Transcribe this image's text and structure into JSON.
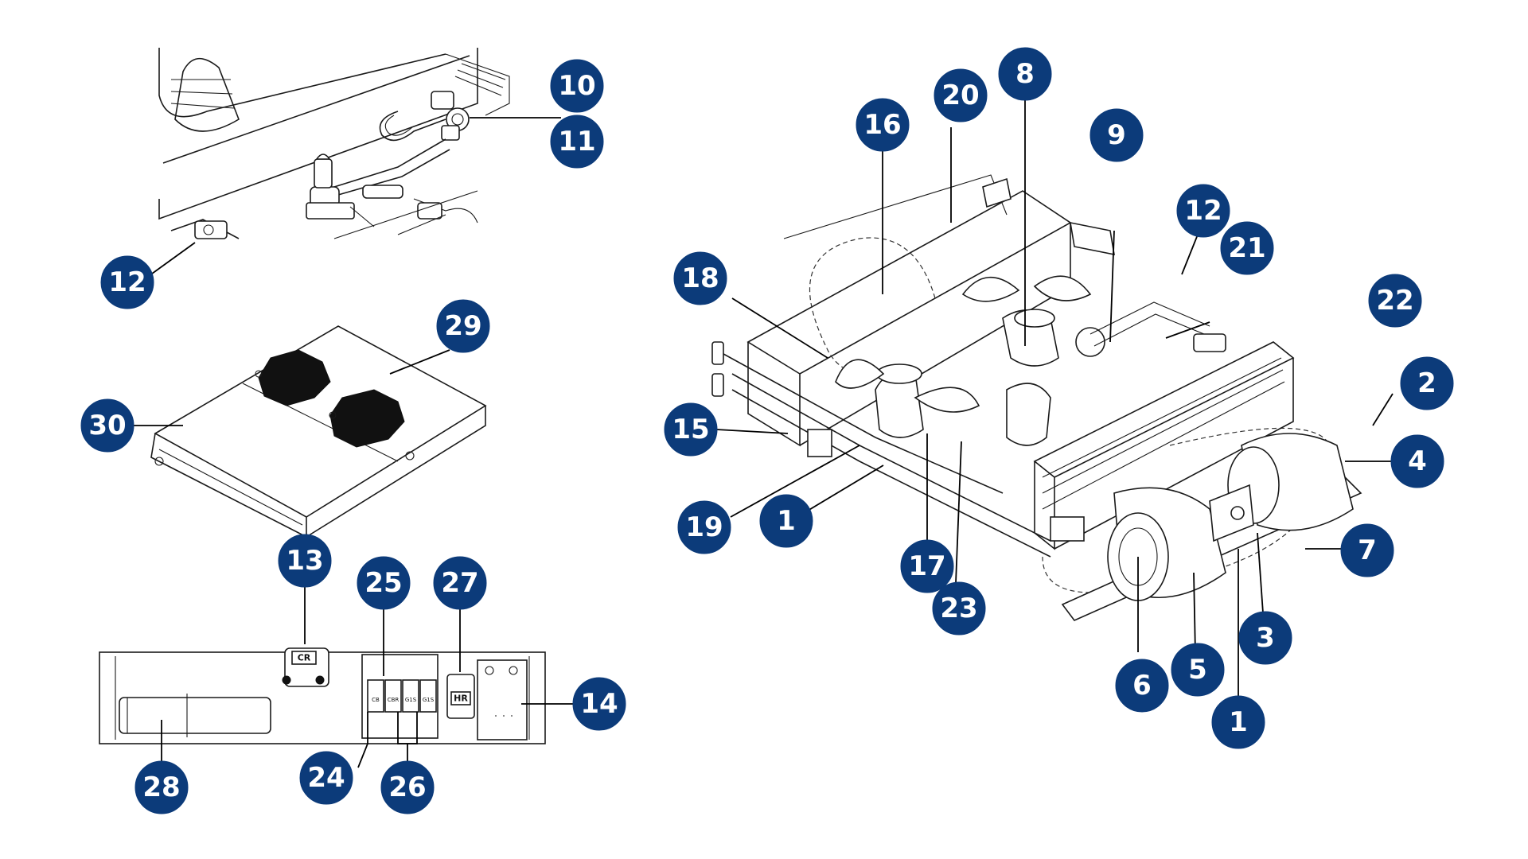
{
  "callout_color": "#0c3b7a",
  "callouts": {
    "c10": "10",
    "c11": "11",
    "c12_detail": "12",
    "c29": "29",
    "c30": "30",
    "c13": "13",
    "c25": "25",
    "c27": "27",
    "c14": "14",
    "c28": "28",
    "c24": "24",
    "c26": "26",
    "c16": "16",
    "c20": "20",
    "c8": "8",
    "c9": "9",
    "c12_main": "12",
    "c21": "21",
    "c22": "22",
    "c2": "2",
    "c4": "4",
    "c7": "7",
    "c18": "18",
    "c15": "15",
    "c19": "19",
    "c1_left": "1",
    "c17": "17",
    "c23": "23",
    "c6": "6",
    "c5": "5",
    "c3": "3",
    "c1_right": "1"
  },
  "panel_labels": {
    "cr": "CR",
    "hr": "HR",
    "breaker_1": "CB",
    "breaker_2": "CBR",
    "breaker_3": "G1S",
    "breaker_4": "G1S"
  }
}
